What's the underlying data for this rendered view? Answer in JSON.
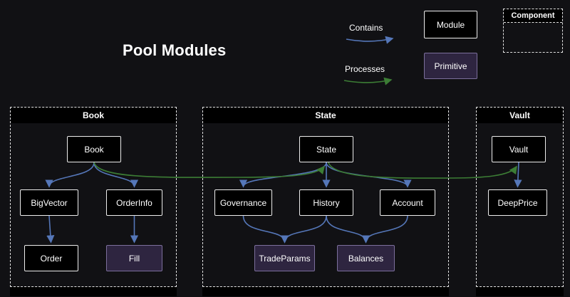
{
  "title": "Pool Modules",
  "legend": {
    "contains": "Contains",
    "processes": "Processes",
    "module": "Module",
    "primitive": "Primitive",
    "component": "Component"
  },
  "containers": {
    "book": {
      "label": "Book"
    },
    "state": {
      "label": "State"
    },
    "vault": {
      "label": "Vault"
    }
  },
  "nodes": {
    "book": "Book",
    "bigvector": "BigVector",
    "orderinfo": "OrderInfo",
    "order": "Order",
    "fill": "Fill",
    "state": "State",
    "governance": "Governance",
    "history": "History",
    "account": "Account",
    "tradeparams": "TradeParams",
    "balances": "Balances",
    "vault": "Vault",
    "deepprice": "DeepPrice"
  },
  "edges": {
    "contains": [
      {
        "from": "Book",
        "to": "BigVector"
      },
      {
        "from": "Book",
        "to": "OrderInfo"
      },
      {
        "from": "BigVector",
        "to": "Order"
      },
      {
        "from": "OrderInfo",
        "to": "Fill"
      },
      {
        "from": "State",
        "to": "Governance"
      },
      {
        "from": "State",
        "to": "History"
      },
      {
        "from": "State",
        "to": "Account"
      },
      {
        "from": "Governance",
        "to": "TradeParams"
      },
      {
        "from": "History",
        "to": "TradeParams"
      },
      {
        "from": "History",
        "to": "Balances"
      },
      {
        "from": "Account",
        "to": "Balances"
      },
      {
        "from": "Vault",
        "to": "DeepPrice"
      }
    ],
    "processes": [
      {
        "from": "Book",
        "to": "State"
      },
      {
        "from": "State",
        "to": "Vault"
      }
    ]
  },
  "colors": {
    "background": "#111114",
    "node_fill": "#000000",
    "node_border": "#ededed",
    "primitive_fill": "#2e2540",
    "primitive_border": "#7c6f9c",
    "contains_color": "#5577b9",
    "processes_color": "#3c7d35"
  }
}
